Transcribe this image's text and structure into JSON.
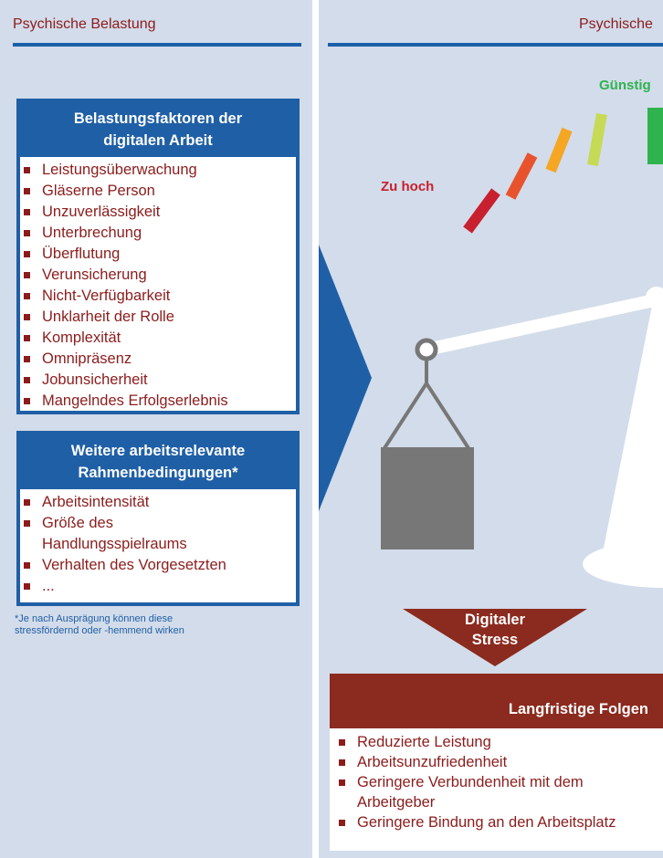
{
  "left_panel": {
    "title": "Psychische Belastung",
    "factors_box": {
      "heading_line1": "Belastungsfaktoren der",
      "heading_line2": "digitalen Arbeit",
      "items": [
        "Leistungsüberwachung",
        "Gläserne Person",
        "Unzuverlässigkeit",
        "Unterbrechung",
        "Überflutung",
        "Verunsicherung",
        "Nicht-Verfügbarkeit",
        "Unklarheit der Rolle",
        "Komplexität",
        "Omnipräsenz",
        "Jobunsicherheit",
        "Mangelndes Erfolgserlebnis"
      ]
    },
    "conditions_box": {
      "heading_line1": "Weitere arbeitsrelevante",
      "heading_line2": "Rahmenbedingungen*",
      "items": [
        "Arbeitsintensität",
        "Größe des",
        "Handlungsspielraums",
        "Verhalten des Vorgesetzten",
        "..."
      ]
    },
    "footnote_line1": "*Je nach Ausprägung können diese",
    "footnote_line2": "stressfördernd oder -hemmend wirken"
  },
  "right_panel": {
    "title": "Psychische",
    "gauge_label_high": "Zu hoch",
    "gauge_label_good": "Günstig",
    "stress_line1": "Digitaler",
    "stress_line2": "Stress",
    "consequences": {
      "title": "Langfristige Folgen",
      "items": [
        "Reduzierte Leistung",
        "Arbeitsunzufriedenheit",
        "Geringere Verbundenheit mit dem",
        "Arbeitgeber",
        "Geringere Bindung an den Arbeitsplatz"
      ]
    }
  },
  "colors": {
    "panel_bg": "#d3dcea",
    "blue": "#1f5fa6",
    "dark_red": "#8b1c1c",
    "gauge_red": "#c8202e",
    "gauge_orange_red": "#e8532e",
    "gauge_orange": "#f5a623",
    "gauge_yellow_green": "#c6da55",
    "gauge_green": "#2fb34f"
  }
}
